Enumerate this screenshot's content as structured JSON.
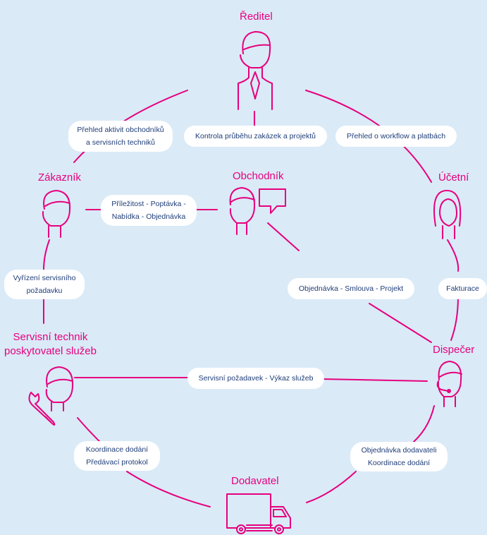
{
  "colors": {
    "accent": "#e6007e",
    "label_text": "#1f3d78",
    "background": "#daeaf7",
    "pill_bg": "#ffffff"
  },
  "roles": {
    "reditel": "Ředitel",
    "obchodnik": "Obchodník",
    "zakaznik": "Zákazník",
    "ucetni": "Účetní",
    "servisni_technik_line1": "Servisní technik",
    "servisni_technik_line2": "poskytovatel služeb",
    "dispecer": "Dispečer",
    "dodavatel": "Dodavatel"
  },
  "labels": {
    "prehled_aktivit_1": "Přehled aktivit obchodníků",
    "prehled_aktivit_2": "a servisních techniků",
    "kontrola": "Kontrola průběhu zakázek a projektů",
    "prehled_workflow": "Přehled o workflow a platbách",
    "prilezitost_1": "Příležitost - Poptávka -",
    "prilezitost_2": "Nabídka - Objednávka",
    "vyrizeni_1": "Vyřízení servisního",
    "vyrizeni_2": "požadavku",
    "objednavka_smlouva": "Objednávka - Smlouva - Projekt",
    "fakturace": "Fakturace",
    "servisni_pozadavek": "Servisní požadavek - Výkaz služeb",
    "koordinace_1": "Koordinace dodání",
    "koordinace_2": "Předávací protokol",
    "objednavka_dod_1": "Objednávka dodavateli",
    "objednavka_dod_2": "Koordinace dodání"
  },
  "icons": [
    "director-icon",
    "salesman-icon",
    "speech-bubble-icon",
    "customer-icon",
    "accountant-icon",
    "technician-icon",
    "wrench-icon",
    "dispatcher-icon",
    "delivery-truck-icon"
  ]
}
